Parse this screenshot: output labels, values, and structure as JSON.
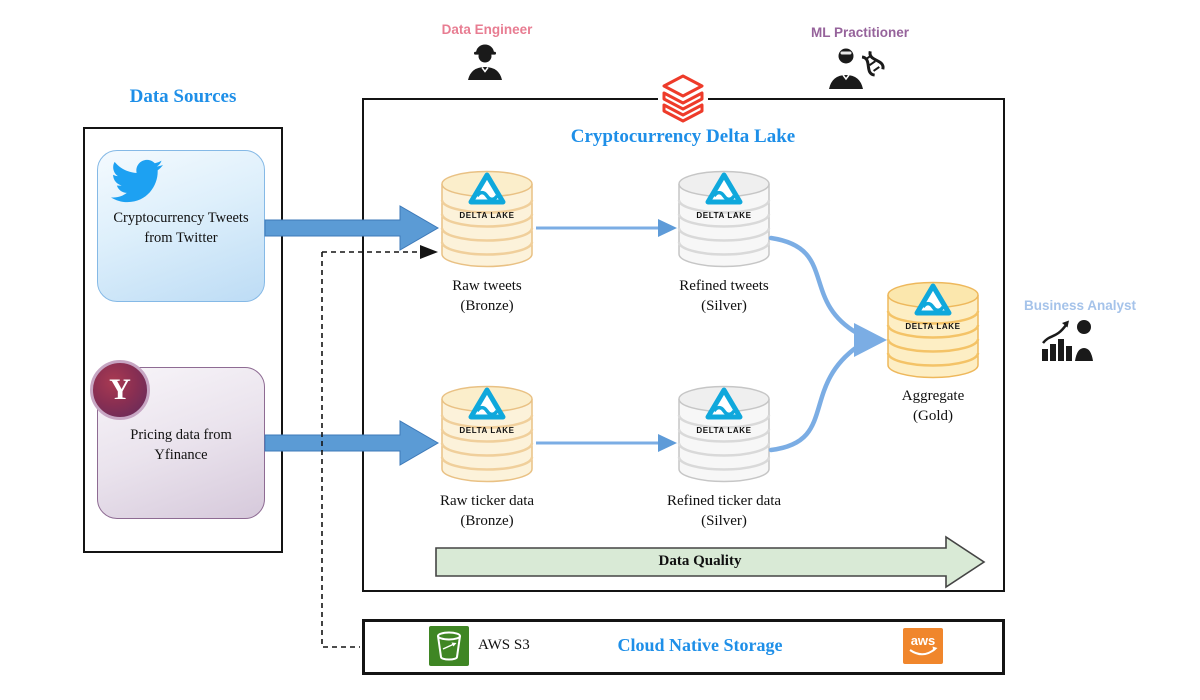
{
  "personas": {
    "data_engineer": {
      "label": "Data Engineer"
    },
    "ml_practitioner": {
      "label": "ML Practitioner"
    },
    "business_analyst": {
      "label": "Business Analyst"
    }
  },
  "data_sources": {
    "title": "Data Sources",
    "twitter": {
      "label": "Cryptocurrency Tweets from Twitter"
    },
    "yfinance": {
      "label": "Pricing data from Yfinance",
      "icon_letter": "Y"
    }
  },
  "delta_lake": {
    "title": "Cryptocurrency Delta Lake",
    "logo_text": "DELTA LAKE",
    "tables": {
      "raw_tweets": {
        "name": "Raw tweets",
        "tier": "(Bronze)"
      },
      "refined_tweets": {
        "name": "Refined tweets",
        "tier": "(Silver)"
      },
      "raw_ticker": {
        "name": "Raw ticker data",
        "tier": "(Bronze)"
      },
      "refined_ticker": {
        "name": "Refined ticker data",
        "tier": "(Silver)"
      },
      "aggregate": {
        "name": "Aggregate",
        "tier": "(Gold)"
      }
    },
    "data_quality": {
      "label": "Data Quality"
    }
  },
  "storage": {
    "title": "Cloud Native Storage",
    "s3": {
      "label": "AWS S3"
    },
    "aws": {
      "label": "aws"
    }
  },
  "colors": {
    "heading_blue": "#1e8fe8",
    "engineer_pink": "#e87d92",
    "ml_purple": "#96639b",
    "analyst_blue": "#a5c3ea",
    "big_arrow_blue": "#5b9bd5",
    "flow_arrow_blue": "#7bade4",
    "bronze_fill": "#fcf2da",
    "silver_fill": "#f7f7f7",
    "gold_fill": "#fdeec4",
    "delta_logo_blue": "#0fa8dc",
    "quality_green": "#d9ead6",
    "s3_green": "#3f8624",
    "aws_orange": "#f0862c",
    "databricks_red": "#ee3b2a",
    "twitter_blue": "#1da1f2"
  }
}
